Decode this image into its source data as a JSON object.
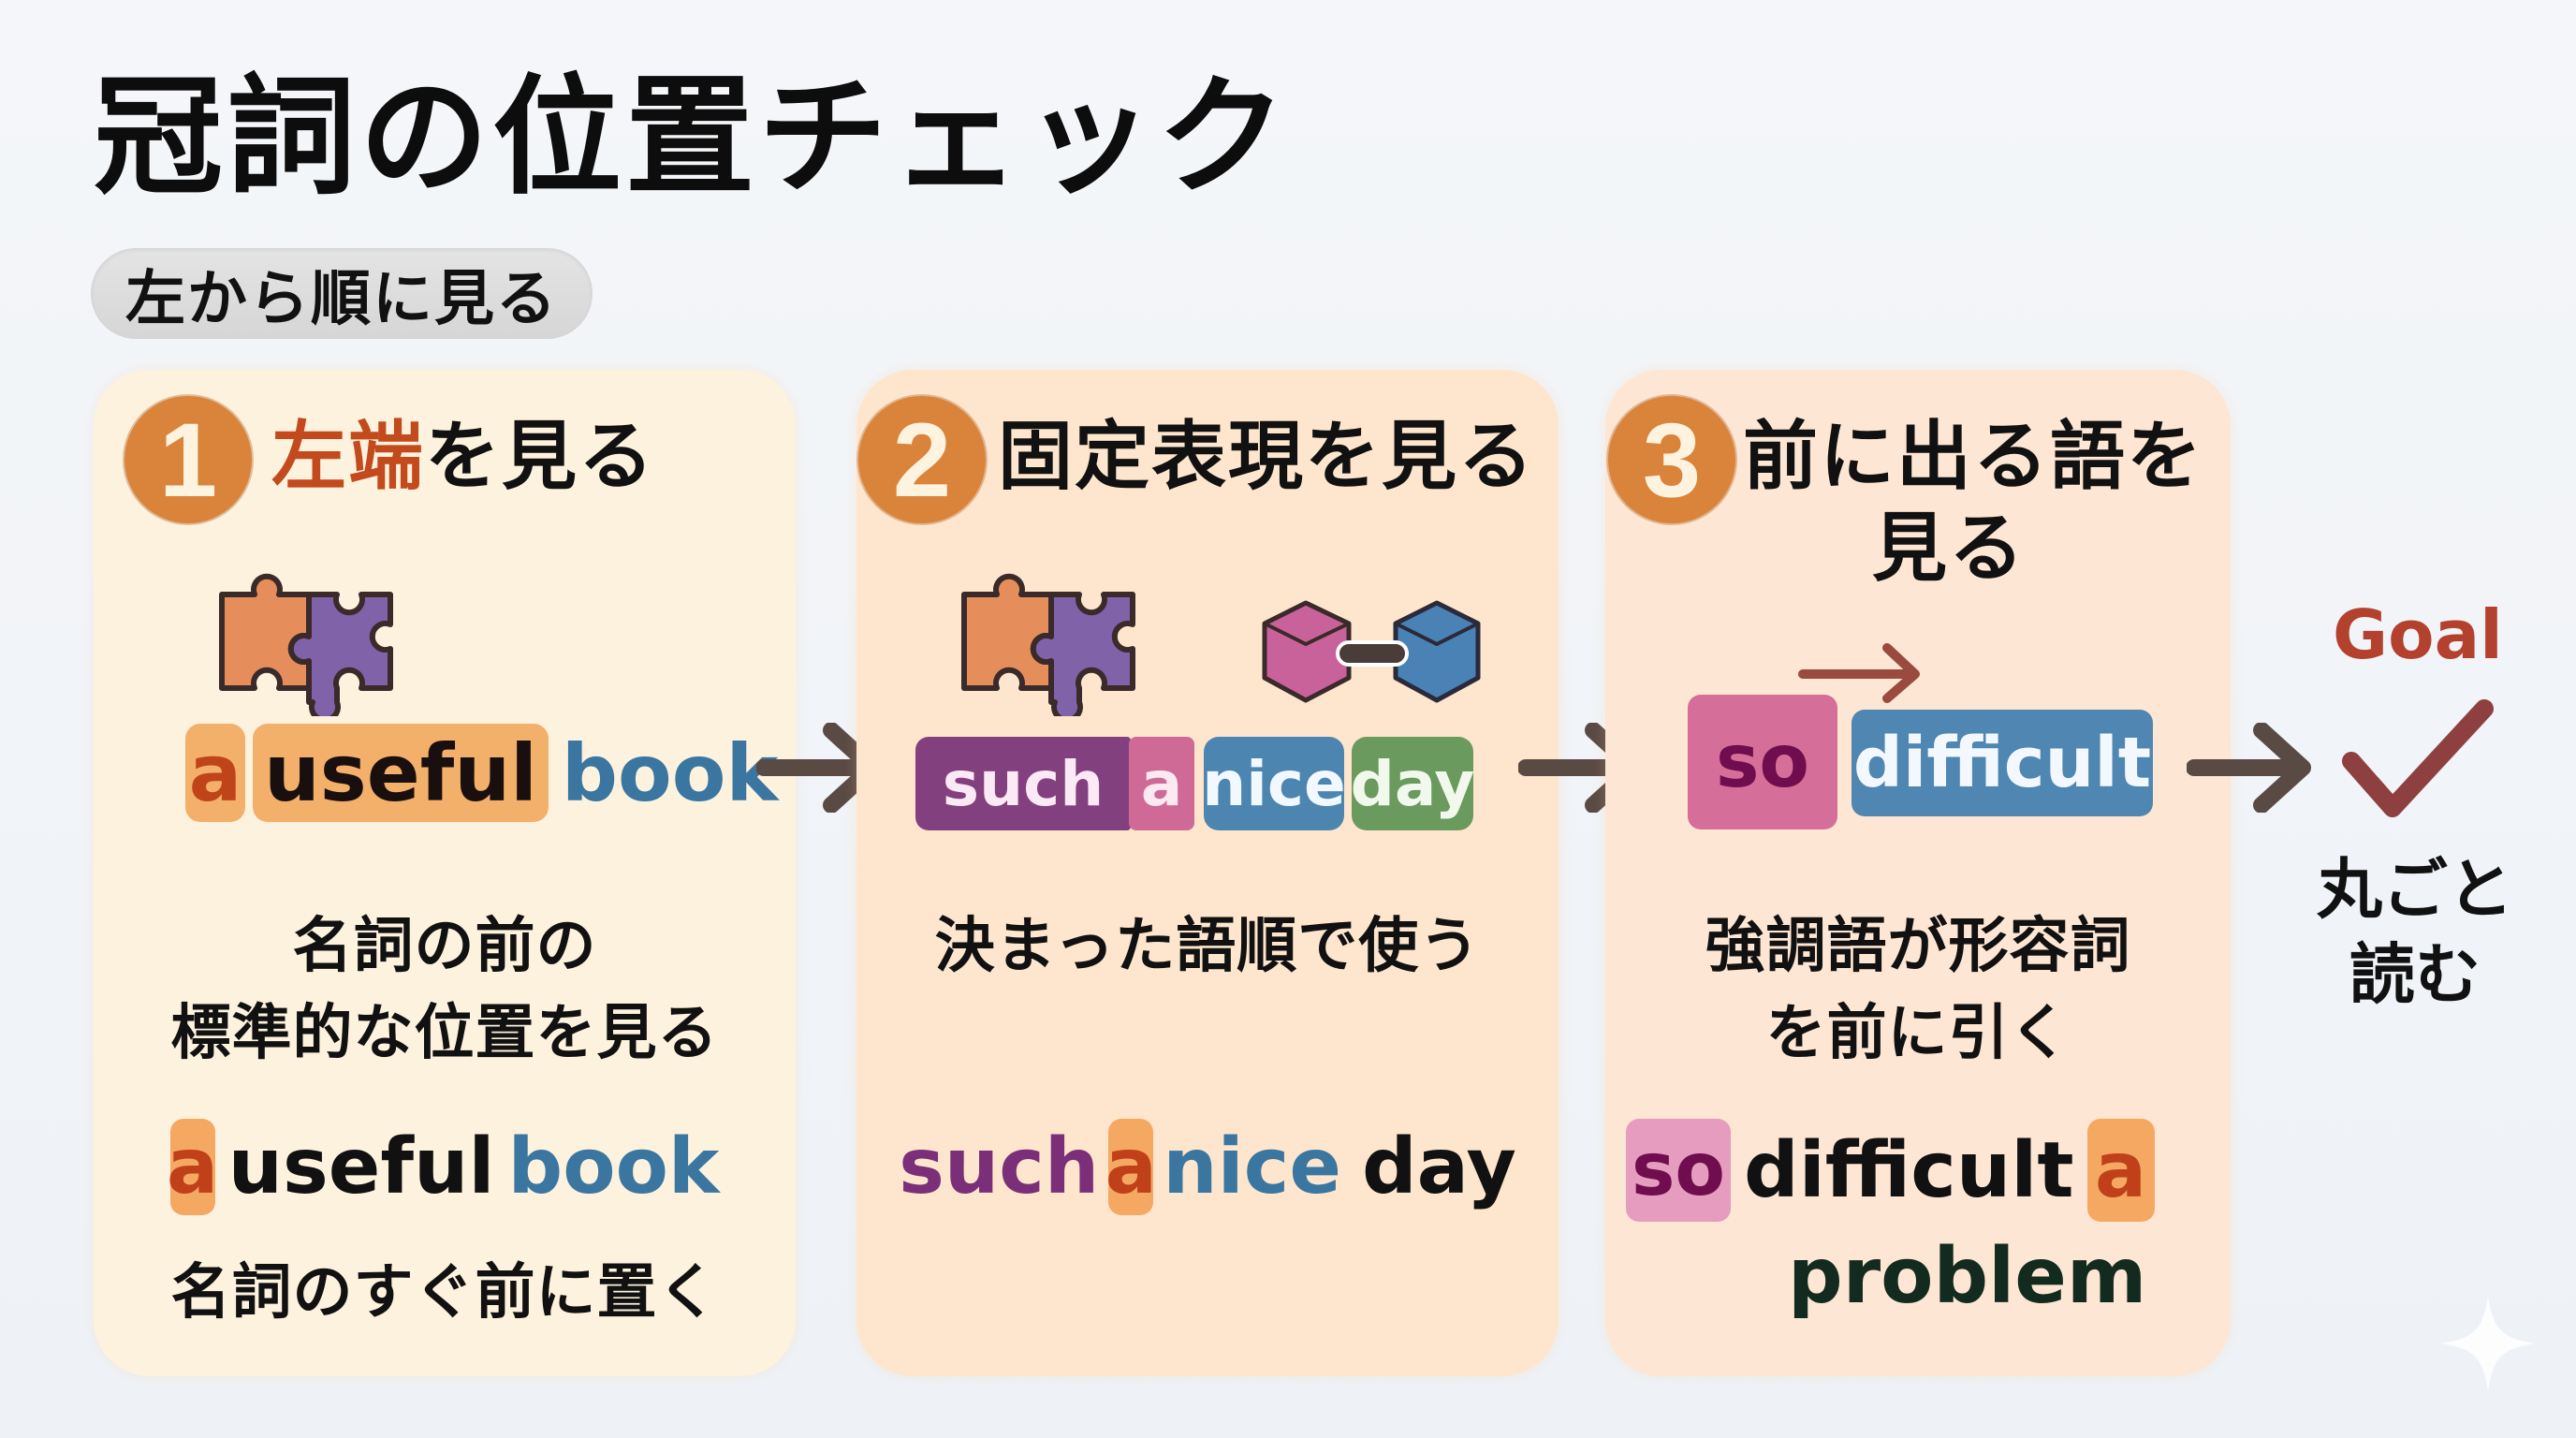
{
  "header": {
    "title": "冠詞の位置チェック",
    "subtitle_pill": "左から順に見る"
  },
  "colors": {
    "background": "#f1f4f8",
    "panel_bg": "#fde9d2",
    "step_circle": "#d9843a",
    "accent_text": "#c24a1c",
    "arrow": "#5a4a44",
    "goal": "#b3412d",
    "chip_orange": "#f3b06a",
    "chip_purple": "#83407f",
    "chip_pink": "#cf6a97",
    "chip_blue": "#4c86b0",
    "chip_green": "#6a9a5d"
  },
  "steps": [
    {
      "number": "1",
      "title_accent": "左端",
      "title_rest": "を見る",
      "icon": "puzzle-pieces-icon",
      "example_chips": [
        {
          "text": "a",
          "style": "orange-chip"
        },
        {
          "text": "useful",
          "style": "orange-chip"
        },
        {
          "text": "book",
          "style": "plain-blue"
        }
      ],
      "description_lines": [
        "名詞の前の",
        "標準的な位置を見る"
      ],
      "example_sentence": [
        {
          "text": "a",
          "style": "highlight-orange"
        },
        {
          "text": "useful",
          "style": "plain-black"
        },
        {
          "text": "book",
          "style": "plain-blue"
        }
      ],
      "note": "名詞のすぐ前に置く"
    },
    {
      "number": "2",
      "title_accent": "",
      "title_rest": "固定表現を見る",
      "icons": [
        "puzzle-pieces-icon",
        "linked-cubes-icon"
      ],
      "example_chips": [
        {
          "text": "such",
          "style": "purple-chip"
        },
        {
          "text": "a",
          "style": "pink-chip"
        },
        {
          "text": "nice",
          "style": "blue-chip"
        },
        {
          "text": "day",
          "style": "green-chip"
        }
      ],
      "description_lines": [
        "決まった語順で使う"
      ],
      "example_sentence": [
        {
          "text": "such",
          "style": "plain-purple"
        },
        {
          "text": "a",
          "style": "highlight-orange"
        },
        {
          "text": "nice",
          "style": "plain-blue"
        },
        {
          "text": "day",
          "style": "plain-black"
        }
      ]
    },
    {
      "number": "3",
      "title_accent": "",
      "title_line1": "前に出る語を",
      "title_line2": "見る",
      "icon": "right-arrow-icon",
      "example_chips": [
        {
          "text": "so",
          "style": "pink-chip"
        },
        {
          "text": "difficult",
          "style": "blue-chip"
        }
      ],
      "description_lines": [
        "強調語が形容詞",
        "を前に引く"
      ],
      "example_sentence_line1": [
        {
          "text": "so",
          "style": "highlight-pink"
        },
        {
          "text": "difficult",
          "style": "plain-black"
        },
        {
          "text": "a",
          "style": "highlight-orange"
        }
      ],
      "example_sentence_line2": "problem"
    }
  ],
  "goal": {
    "label": "Goal",
    "icon": "checkmark-icon",
    "text_line1": "丸ごと",
    "text_line2": "読む"
  }
}
